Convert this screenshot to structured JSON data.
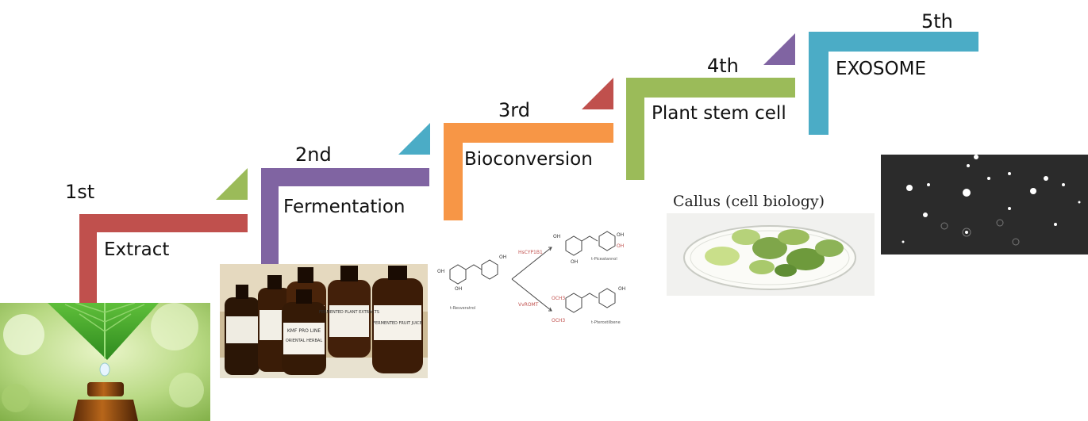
{
  "colors": {
    "red": "#c0504d",
    "purple": "#8064a2",
    "orange": "#f79646",
    "green": "#9bbb59",
    "teal": "#4bacc6"
  },
  "steps": [
    {
      "ordinal": "1st",
      "label": "Extract",
      "color": "red",
      "accent_color": "green"
    },
    {
      "ordinal": "2nd",
      "label": "Fermentation",
      "color": "purple",
      "accent_color": "teal"
    },
    {
      "ordinal": "3rd",
      "label": "Bioconversion",
      "color": "orange",
      "accent_color": "red"
    },
    {
      "ordinal": "4th",
      "label": "Plant stem cell",
      "color": "green",
      "accent_color": "purple"
    },
    {
      "ordinal": "5th",
      "label": "EXOSOME",
      "color": "teal"
    }
  ],
  "images": {
    "extract_icon": "leaf-dropper-photo",
    "fermentation_icon": "bottles-photo",
    "callus_caption": "Callus (cell biology)",
    "bottle_labels": {
      "brand": "KMF PRO LINE",
      "line1": "FERMENTED PLANT EXTRACTS",
      "product1": "ORIENTAL HERBAL",
      "product2": "FERMENTED FRUIT JUICE"
    },
    "chem": {
      "enzyme_top": "HsCYP1B1",
      "enzyme_bottom": "VvROMT",
      "substrate": "t-Resveratrol",
      "product_top": "t-Piceatannol",
      "product_bottom": "t-Pterostilbene",
      "oh": "OH",
      "och3": "OCH3"
    }
  }
}
